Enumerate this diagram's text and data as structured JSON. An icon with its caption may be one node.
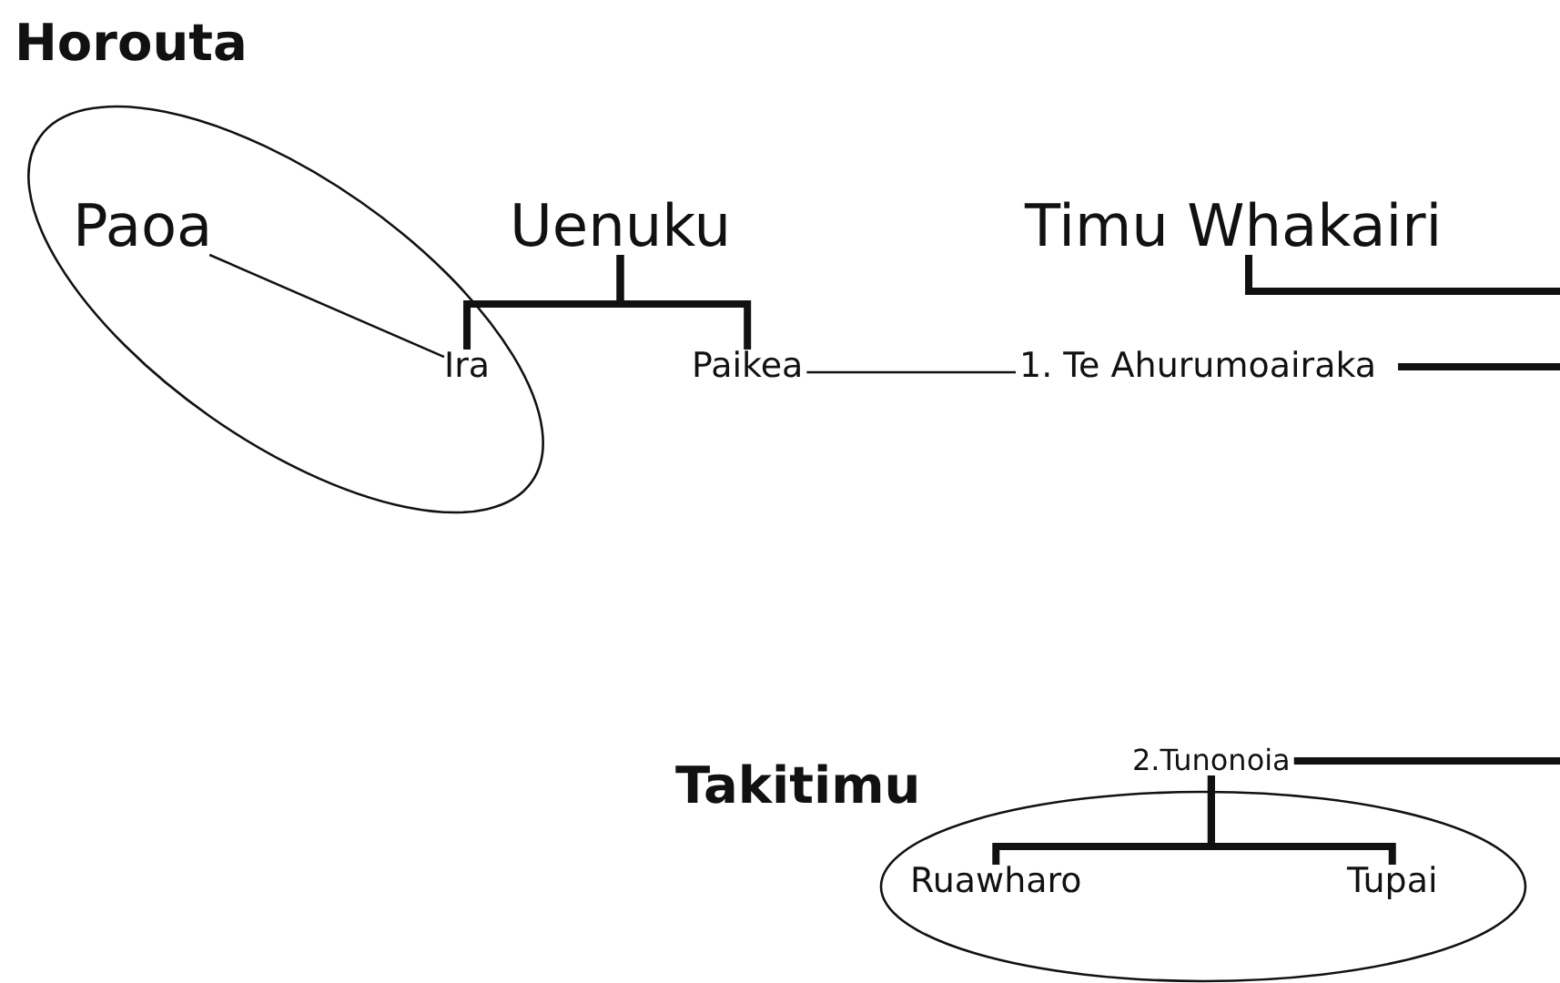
{
  "diagram": {
    "nodes": [
      {
        "text": [
          "Horouta"
        ]
      },
      {
        "text": [
          "Paoa"
        ],
        "in": 0
      },
      {
        "text": [
          "Ira"
        ],
        "in": 0
      },
      {
        "text": [
          "Uenuku"
        ]
      },
      {
        "text": [
          "Paikea"
        ]
      },
      {
        "text": [
          "Timu Whakairi"
        ]
      },
      {
        "text": [
          "1. Te Ahurumoairaka"
        ]
      },
      {
        "text": [
          "2.Tunonoia"
        ]
      },
      {
        "text": [
          "Takitimu"
        ]
      },
      {
        "text": [
          "Ruawharo"
        ],
        "in": 8
      },
      {
        "text": [
          "Tupai"
        ],
        "in": 8
      }
    ],
    "edges": [
      {
        "from": 1,
        "to": 2,
        "arrow": "none"
      },
      {
        "from": 3,
        "to": 2,
        "arrow": "none"
      },
      {
        "from": 3,
        "to": 4,
        "arrow": "none"
      },
      {
        "from": 4,
        "to": 6,
        "arrow": "none"
      },
      {
        "from": 5,
        "to": null,
        "arrow": "none"
      },
      {
        "from": 6,
        "to": null,
        "arrow": "none"
      },
      {
        "from": 7,
        "to": null,
        "arrow": "none"
      },
      {
        "from": 7,
        "to": 9,
        "arrow": "none"
      },
      {
        "from": 7,
        "to": 10,
        "arrow": "none"
      }
    ]
  }
}
